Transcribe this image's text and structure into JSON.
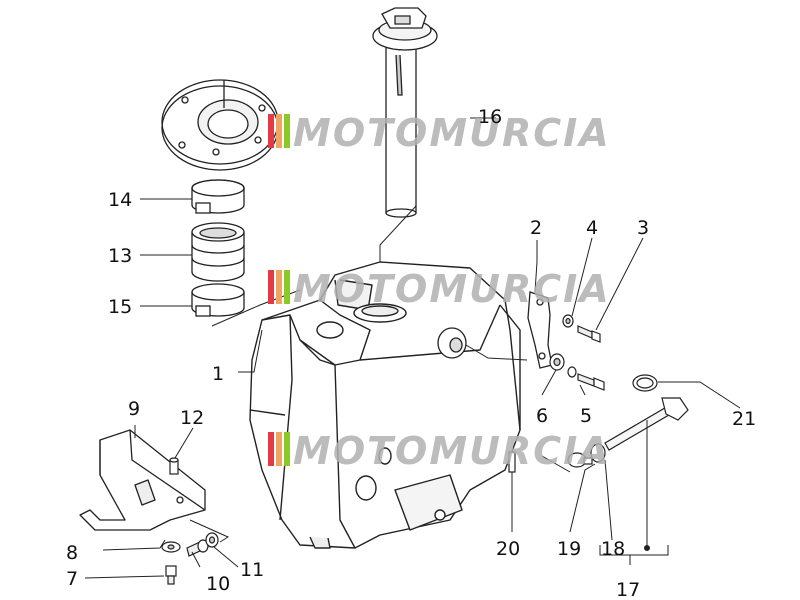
{
  "watermark": {
    "text": "MOTOMURCIA",
    "colors": {
      "stripe1": "#e63946",
      "stripe2": "#f4a261",
      "stripe3": "#8ac926",
      "text": "#b0b0b0"
    }
  },
  "colors": {
    "line": "#222222",
    "fill": "#ffffff",
    "shade": "#e9e9e9"
  },
  "labels": {
    "l1": "1",
    "l2": "2",
    "l3": "3",
    "l4": "4",
    "l5": "5",
    "l6": "6",
    "l7": "7",
    "l8": "8",
    "l9": "9",
    "l10": "10",
    "l11": "11",
    "l12": "12",
    "l13": "13",
    "l14": "14",
    "l15": "15",
    "l16": "16",
    "l17": "17",
    "l18": "18",
    "l19": "19",
    "l20": "20",
    "l21": "21"
  }
}
